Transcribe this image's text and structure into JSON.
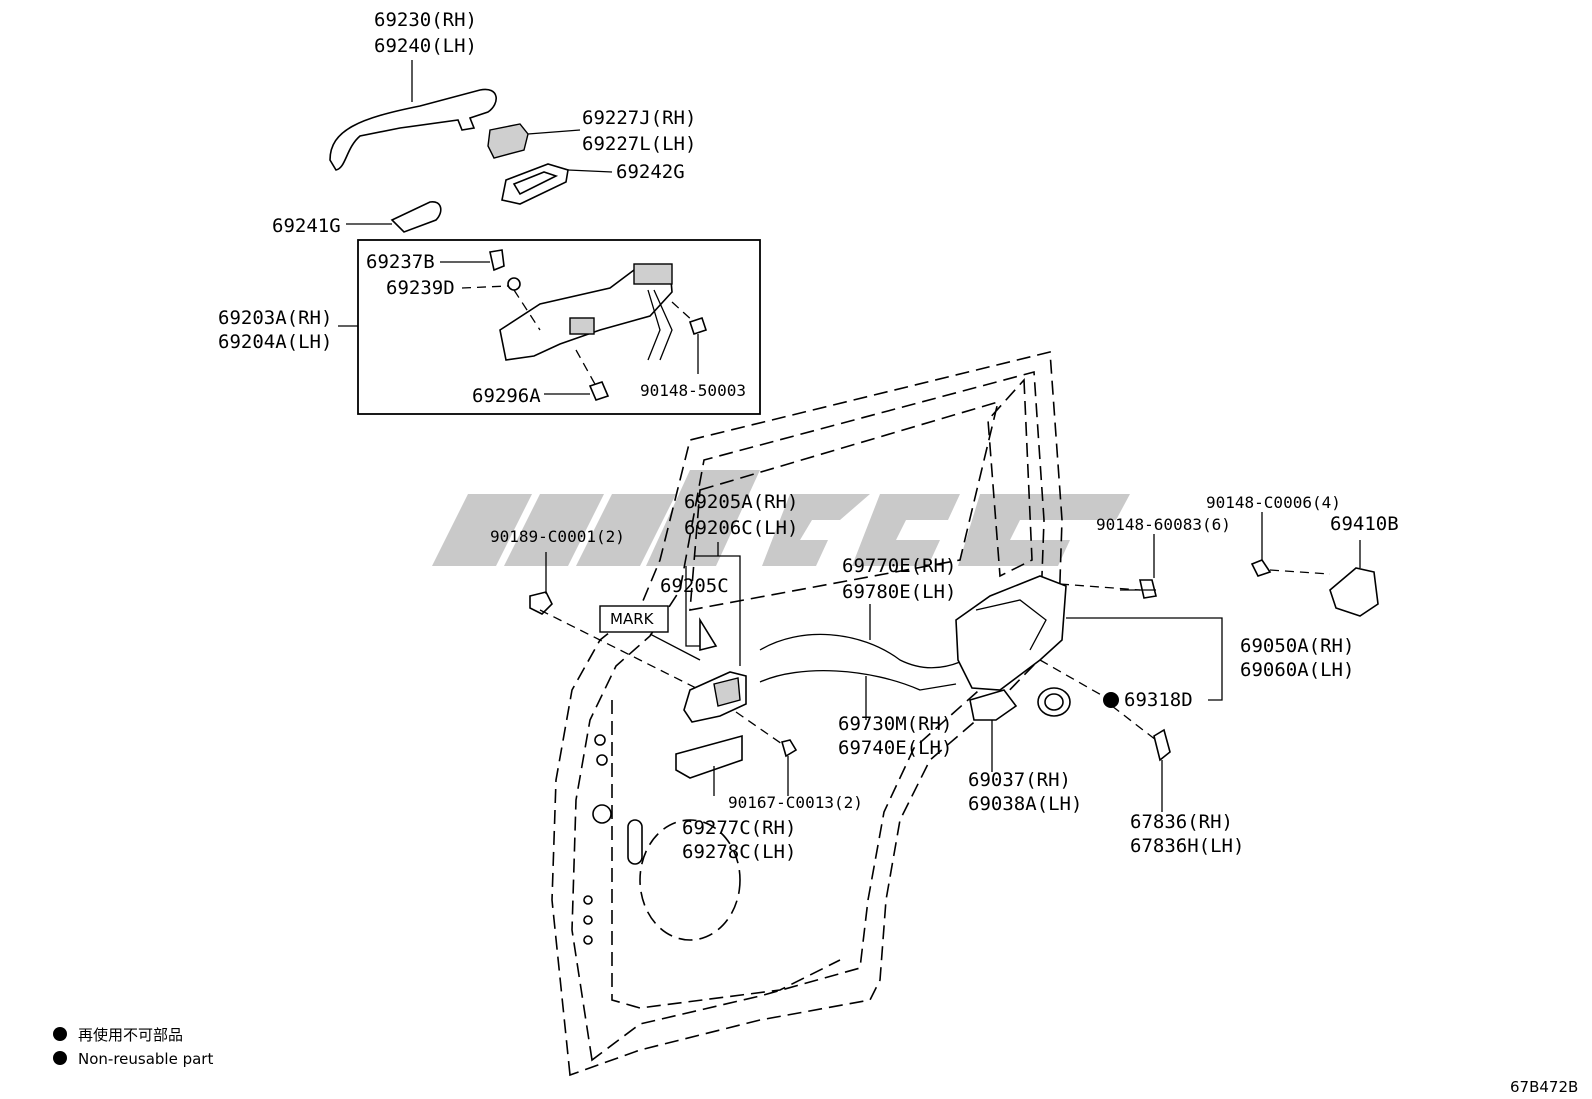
{
  "callouts": {
    "c1": "69230(RH)",
    "c2": "69240(LH)",
    "c3": "69227J(RH)",
    "c4": "69227L(LH)",
    "c5": "69242G",
    "c6": "69241G",
    "c7": "69237B",
    "c8": "69239D",
    "c9": "69203A(RH)",
    "c10": "69204A(LH)",
    "c11": "69296A",
    "c12": "90148-50003",
    "c13": "69205A(RH)",
    "c14": "69206C(LH)",
    "c15": "90189-C0001(2)",
    "c16": "69205C",
    "c17": "MARK",
    "c18": "69770E(RH)",
    "c19": "69780E(LH)",
    "c20": "69730M(RH)",
    "c21": "69740E(LH)",
    "c22": "90167-C0013(2)",
    "c23": "69277C(RH)",
    "c24": "69278C(LH)",
    "c25": "69037(RH)",
    "c26": "69038A(LH)",
    "c27": "90148-60083(6)",
    "c28": "90148-C0006(4)",
    "c29": "69410B",
    "c30": "69050A(RH)",
    "c31": "69060A(LH)",
    "c32": "69318D",
    "c33": "67836(RH)",
    "c34": "67836H(LH)"
  },
  "legend": {
    "item_ja": "再使用不可部品",
    "item_en": "Non-reusable part"
  },
  "figure_code": "67B472B",
  "colors": {
    "line": "#000000",
    "watermark": "#9c9c9c",
    "background": "#ffffff"
  }
}
